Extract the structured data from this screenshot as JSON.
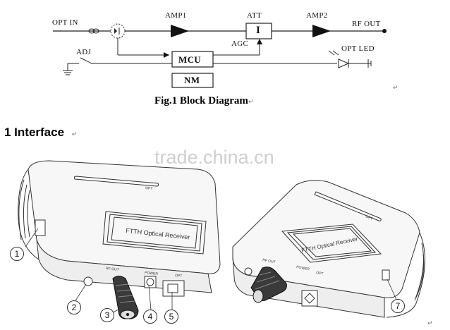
{
  "block_diagram": {
    "labels": {
      "opt_in": "OPT IN",
      "amp1": "AMP1",
      "att": "ATT",
      "att_symbol": "I",
      "amp2": "AMP2",
      "rf_out": "RF OUT",
      "agc": "AGC",
      "adj": "ADJ",
      "mcu": "MCU",
      "nm": "NM",
      "opt_led": "OPT  LED"
    },
    "caption": "Fig.1 Block Diagram"
  },
  "section": {
    "heading": "1 Interface"
  },
  "watermark": "trade.china.cn",
  "return_mark": "↵",
  "device_labels": {
    "opt_small": "OPT",
    "product_label": "FTTH Optical Receiver",
    "rf_out": "RF OUT",
    "power": "POWER",
    "opt": "OPT"
  },
  "callouts": [
    "1",
    "2",
    "3",
    "4",
    "5",
    "7"
  ]
}
